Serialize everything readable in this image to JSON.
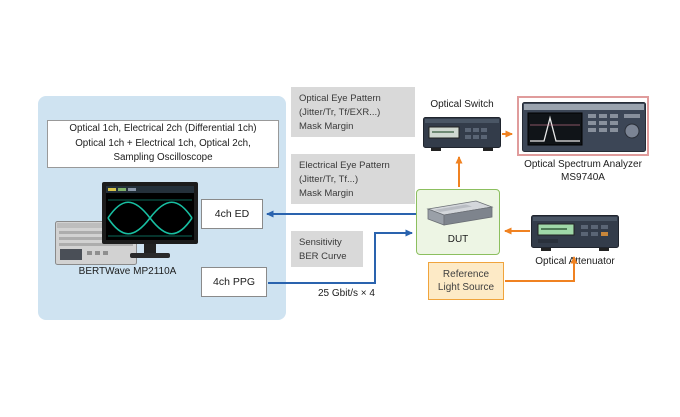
{
  "bertwave": {
    "config_line1": "Optical 1ch, Electrical 2ch (Differential 1ch)",
    "config_line2": "Optical 1ch + Electrical 1ch, Optical 2ch,",
    "config_line3": "Sampling Oscilloscope",
    "name_label": "BERTWave MP2110A",
    "ed_label": "4ch ED",
    "ppg_label": "4ch PPG"
  },
  "callouts": {
    "optical_eye": {
      "line1": "Optical Eye Pattern",
      "line2": "(Jitter/Tr, Tf/EXR...)",
      "line3": "Mask Margin"
    },
    "electrical_eye": {
      "line1": "Electrical Eye Pattern",
      "line2": "(Jitter/Tr, Tf...)",
      "line3": "Mask Margin"
    },
    "sensitivity": {
      "line1": "Sensitivity",
      "line2": "BER Curve"
    }
  },
  "instruments": {
    "optical_switch_label": "Optical Switch",
    "osa_label_line1": "Optical Spectrum Analyzer",
    "osa_label_line2": "MS9740A",
    "dut_label": "DUT",
    "attenuator_label": "Optical Attenuator",
    "ref_source_line1": "Reference",
    "ref_source_line2": "Light Source"
  },
  "signal": {
    "bitrate_label": "25 Gbit/s × 4"
  },
  "colors": {
    "panel_blue": "#cfe3f1",
    "callout_gray": "#d9d9d9",
    "blue_arrow": "#2a63ae",
    "orange_arrow": "#f08221",
    "dut_fill": "#edf5e4",
    "dut_border": "#8cbf5f",
    "ref_fill": "#fdeac6",
    "ref_border": "#f0a43c",
    "osa_frame_pink": "#e09c9c",
    "eye_trace_teal": "#18bfa2"
  }
}
